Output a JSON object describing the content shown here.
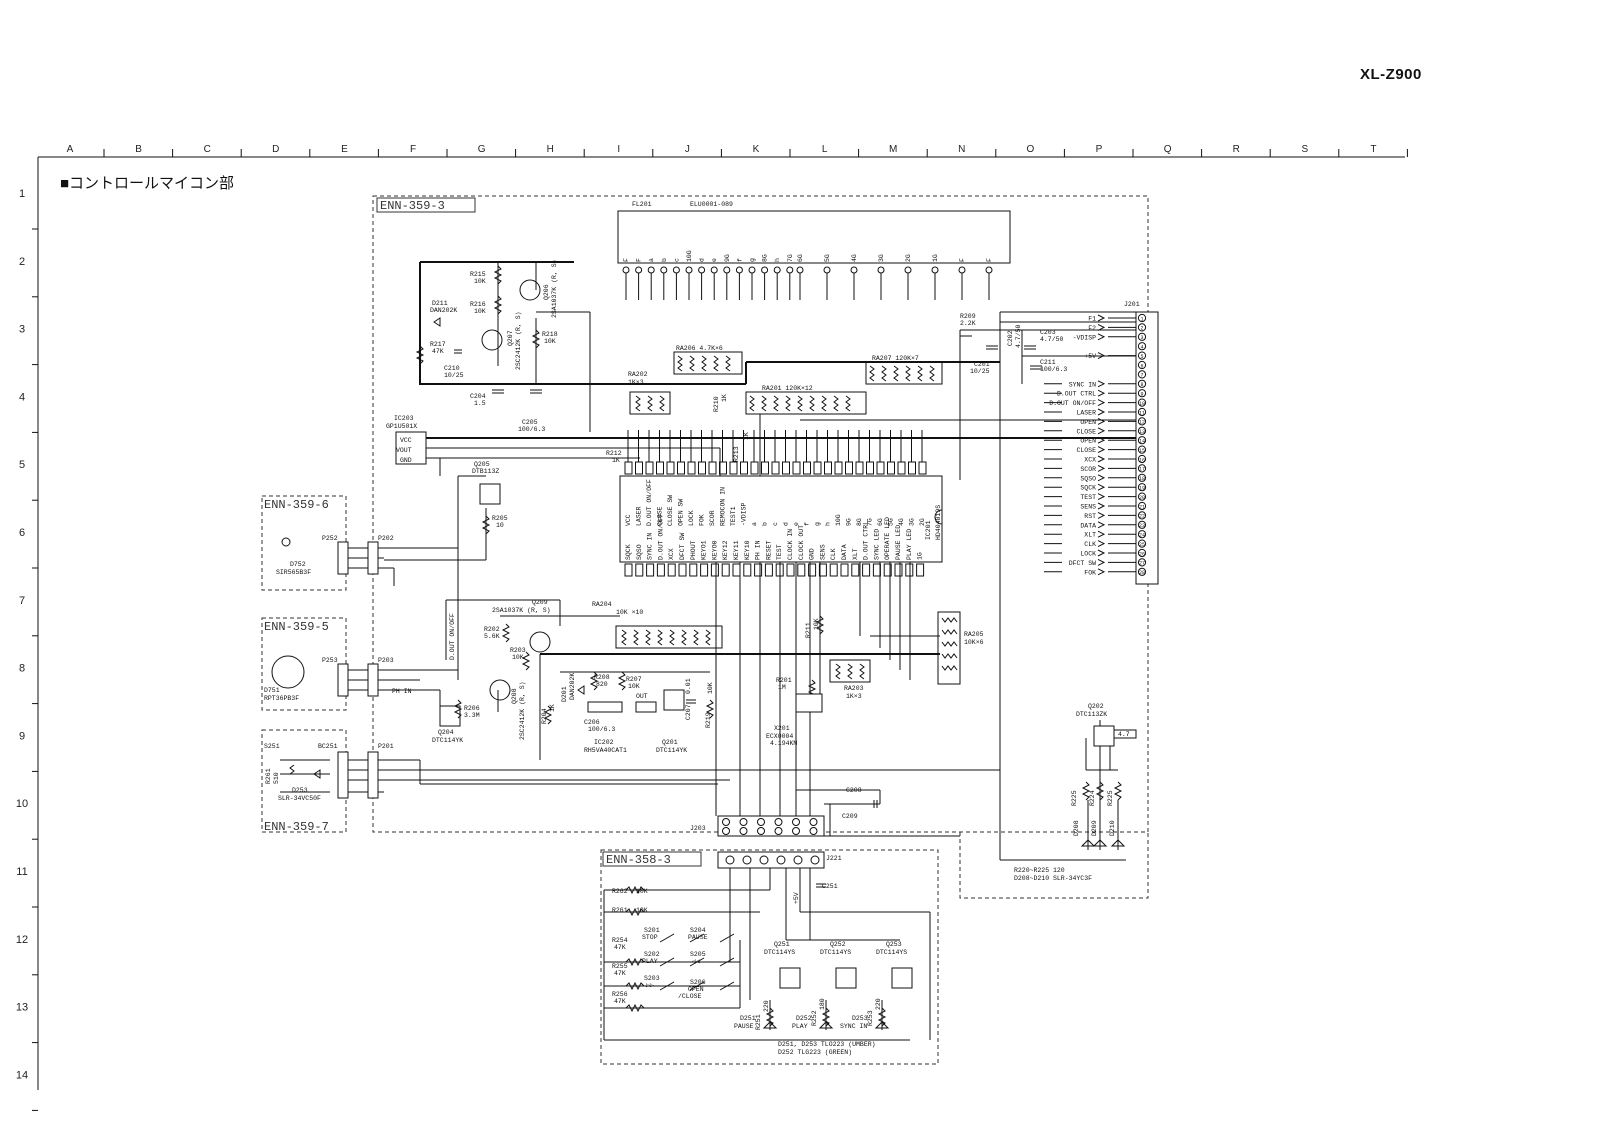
{
  "header": {
    "model": "XL-Z900",
    "section_title": "■コントロールマイコン部"
  },
  "grid": {
    "columns": [
      "A",
      "B",
      "C",
      "D",
      "E",
      "F",
      "G",
      "H",
      "I",
      "J",
      "K",
      "L",
      "M",
      "N",
      "O",
      "P",
      "Q",
      "R",
      "S",
      "T"
    ],
    "rows": [
      "1",
      "2",
      "3",
      "4",
      "5",
      "6",
      "7",
      "8",
      "9",
      "10",
      "11",
      "12",
      "13",
      "14"
    ]
  },
  "boards": {
    "main": "ENN-359-3",
    "b6": "ENN-359-6",
    "b5": "ENN-359-5",
    "b7": "ENN-359-7",
    "panel": "ENN-358-3"
  },
  "display": {
    "ref": "FL201",
    "part": "ELU0001-089",
    "pins": [
      "F",
      "F",
      "a",
      "b",
      "c",
      "10G",
      "d",
      "e",
      "9G",
      "f",
      "g",
      "8G",
      "h",
      "7G",
      "6G",
      "5G",
      "4G",
      "3G",
      "2G",
      "1G",
      "F",
      "F"
    ]
  },
  "mcu": {
    "ref": "IC201",
    "part": "HD404019S",
    "top_pins": [
      "VCC",
      "LASER",
      "D.OUT ON/OFF",
      "CLOSE",
      "CLOSE SW",
      "OPEN SW",
      "LOCK",
      "FOK",
      "SCOR",
      "REMOCON IN",
      "TEST1",
      "-VDISP",
      "a",
      "b",
      "c",
      "d",
      "e",
      "f",
      "g",
      "h",
      "10G",
      "9G",
      "8G",
      "7G",
      "6G",
      "5G",
      "4G",
      "3G",
      "2G"
    ],
    "bottom_pins": [
      "SQCK",
      "SQSO",
      "SYNC IN",
      "D.OUT ON/OFF",
      "XCX",
      "DFCT SW",
      "PHOUT",
      "KEYO1",
      "KEYO0",
      "KEY12",
      "KEY11",
      "KEY10",
      "PH IN",
      "RESET",
      "TEST",
      "CLOCK IN",
      "CLOCK OUT",
      "GND",
      "SENS",
      "CLK",
      "DATA",
      "XLT",
      "D.OUT CTRL",
      "SYNC LED",
      "OPERATE LED",
      "PAUSE LED",
      "PLAY LED",
      "1G"
    ]
  },
  "connector_j201": {
    "ref": "J201",
    "signals": [
      "F1",
      "F2",
      "-VDISP",
      "",
      "+5V",
      "",
      "",
      "SYNC IN",
      "D.OUT CTRL",
      "D.OUT ON/OFF",
      "LASER",
      "OPEN",
      "CLOSE",
      "OPEN",
      "CLOSE",
      "XCX",
      "SCOR",
      "SQSO",
      "SQCK",
      "TEST",
      "SENS",
      "RST",
      "DATA",
      "XLT",
      "CLK",
      "LOCK",
      "DFCT SW",
      "FOK"
    ],
    "pins": [
      "1",
      "2",
      "3",
      "4",
      "5",
      "6",
      "7",
      "8",
      "9",
      "10",
      "11",
      "12",
      "13",
      "14",
      "15",
      "16",
      "17",
      "18",
      "19",
      "20",
      "21",
      "22",
      "23",
      "24",
      "25",
      "26",
      "27",
      "28"
    ]
  },
  "labels": {
    "r215": "R215",
    "r215v": "10K",
    "r216": "R216",
    "r216v": "10K",
    "q206": "Q206",
    "q206v": "2SA1037K (R, S)",
    "d211": "D211",
    "d211v": "DAN202K",
    "q207": "Q207",
    "q207v": "2SC2412K (R, S)",
    "r218": "R218",
    "r218v": "10K",
    "r217": "R217",
    "r217v": "47K",
    "c210": "C210",
    "c210v": "10/25",
    "c204": "C204",
    "c204v": "1.5",
    "c205": "C205",
    "c205v": "100/6.3",
    "ra202": "RA202",
    "ra202v": "1K×3",
    "ra206": "RA206   4.7K×6",
    "ra207": "RA207   120K×7",
    "ra201": "RA201   120K×12",
    "r210": "R210",
    "r210v": "1K",
    "r209": "R209",
    "r209v": "2.2K",
    "c202": "C202",
    "c202v": "4.7/50",
    "c203": "C203",
    "c203v": "4.7/50",
    "c201": "C201",
    "c201v": "10/25",
    "c211": "C211",
    "c211v": "100/6.3",
    "ic203": "IC203",
    "ic203v": "GP1U501X",
    "vcc": "VCC",
    "vout": "VOUT",
    "gnd": "GND",
    "r212": "R212",
    "r212v": "1K",
    "r213": "R213",
    "r213v": "1K",
    "q205": "Q205",
    "q205v": "DTB113Z",
    "r205": "R205",
    "r205v": "10",
    "p252": "P252",
    "p202": "P202",
    "d752": "D752",
    "d752v": "SIR565B3F",
    "q209": "Q209",
    "q209v": "2SA1037K (R, S)",
    "ra204": "RA204",
    "ra204v": "10K ×10",
    "r211": "R211",
    "r211v": "10K",
    "ra205": "RA205",
    "ra205v": "10K×6",
    "r202": "R202",
    "r202v": "5.6K",
    "r203": "R203",
    "r203v": "10K",
    "p253": "P253",
    "p203": "P203",
    "d751": "D751",
    "d751v": "RPT36PB3F",
    "dout": "D.OUT ON/OFF",
    "phin": "PH IN",
    "q208": "Q208",
    "q208v": "2SC2412K (R, S)",
    "r204": "R204",
    "r204v": "1K",
    "d201": "D201",
    "d201v": "DAN202K",
    "r208": "R208",
    "r208v": "820",
    "r207": "R207",
    "r207v": "10K",
    "out": "OUT",
    "c207": "C207",
    "c207v": "0.01",
    "r219": "R219",
    "r219v": "10K",
    "r201": "R201",
    "r201v": "1M",
    "ra203": "RA203",
    "ra203v": "1K×3",
    "c206": "C206",
    "c206v": "100/6.3",
    "ic202": "IC202",
    "ic202v": "RH5VA40CAT1",
    "q201": "Q201",
    "q201v": "DTC114YK",
    "x201": "X201",
    "x201v": "ECX0004",
    "x201f": "4.194KM",
    "r206": "R206",
    "r206v": "3.3M",
    "q204": "Q204",
    "q204v": "DTC114YK",
    "s251": "S251",
    "bc251": "BC251",
    "r261": "R261",
    "r261v": "510",
    "d253a": "D253",
    "d253av": "SLR-34VC50F",
    "p201": "P201",
    "q202": "Q202",
    "q202v": "DTC113ZK",
    "q202r": "4.7",
    "c208": "C208",
    "c209": "C209",
    "j203": "J203",
    "j221": "J221",
    "c251": "C251",
    "plus5v": "+5V",
    "r225": "R225",
    "r224": "R224",
    "r225b": "R225",
    "d208": "D208",
    "d209": "D209",
    "d210": "D210",
    "note1": "R220~R225  120",
    "note2": "D208~D210  SLR-34YC3F",
    "r262": "R262",
    "r262v": "10K",
    "r261b": "R261",
    "r261bv": "10K",
    "r254": "R254",
    "r254v": "47K",
    "r255": "R255",
    "r255v": "47K",
    "r256": "R256",
    "r256v": "47K",
    "s201": "S201",
    "s201v": "STOP",
    "s202": "S202",
    "s202v": "PLAY",
    "s203": "S203",
    "s203v": "▷▷",
    "s204": "S204",
    "s204v": "PAUSE",
    "s205": "S205",
    "s205v": "◁◁",
    "s206": "S206",
    "s206v": "OPEN",
    "s206w": "/CLOSE",
    "q251": "Q251",
    "q251v": "DTC114YS",
    "q252": "Q252",
    "q252v": "DTC114YS",
    "q253": "Q253",
    "q253v": "DTC114YS",
    "r251": "R251",
    "r251v": "220",
    "r252": "R252",
    "r252v": "180",
    "r253": "R253",
    "r253v": "220",
    "d251": "D251",
    "d251v": "PAUSE",
    "d252": "D252",
    "d252v": "PLAY",
    "d253": "D253",
    "d253v": "SYNC IN",
    "ledn1": "D251, D253  TLO223 (UMBER)",
    "ledn2": "D252           TLG223 (GREEN)"
  }
}
